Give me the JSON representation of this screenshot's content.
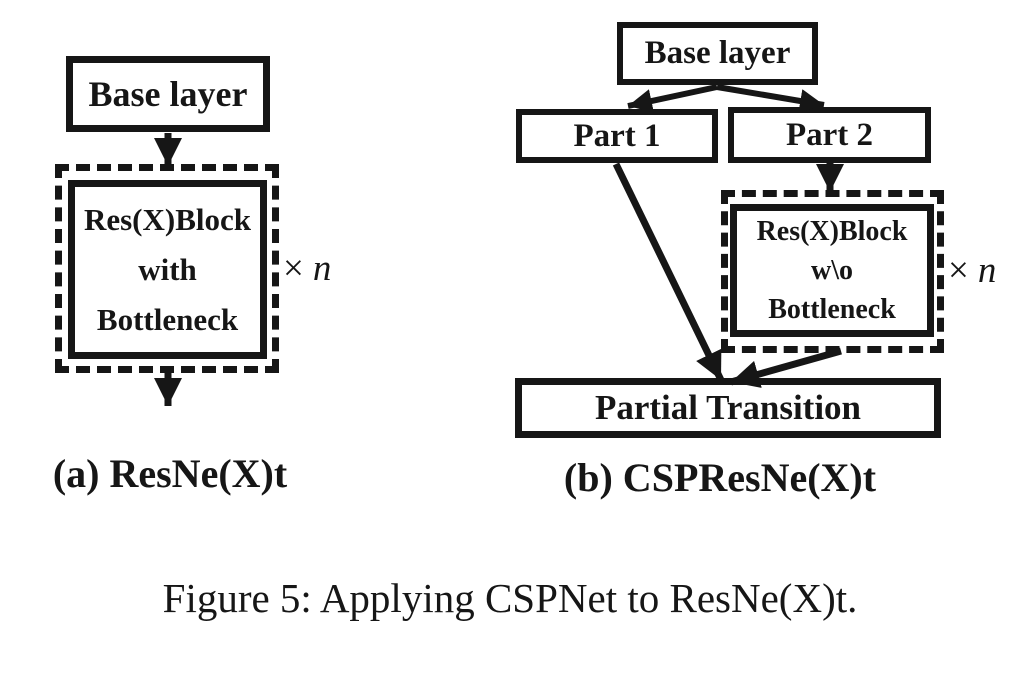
{
  "caption": "Figure 5: Applying CSPNet to ResNe(X)t.",
  "colors": {
    "ink": "#161616",
    "background": "#ffffff"
  },
  "diagram_a": {
    "label": "(a) ResNe(X)t",
    "base_layer": "Base layer",
    "res_block": {
      "line1": "Res(X)Block",
      "line2": "with",
      "line3": "Bottleneck"
    },
    "multiplier": {
      "times": "×",
      "var": "n"
    }
  },
  "diagram_b": {
    "label": "(b) CSPResNe(X)t",
    "base_layer": "Base layer",
    "part1": "Part 1",
    "part2": "Part 2",
    "res_block": {
      "line1": "Res(X)Block",
      "line2": "w\\o",
      "line3": "Bottleneck"
    },
    "multiplier": {
      "times": "×",
      "var": "n"
    },
    "partial_transition": "Partial Transition"
  }
}
